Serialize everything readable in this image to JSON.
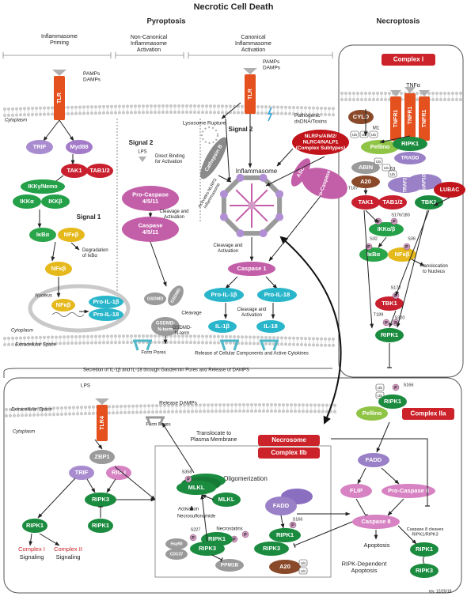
{
  "title": "Necrotic Cell Death",
  "sections": {
    "pyroptosis": "Pyroptosis",
    "necroptosis": "Necroptosis"
  },
  "subsections": {
    "inflammasome_priming": [
      "Inflammasome",
      "Priming"
    ],
    "non_canonical": [
      "Non-Canonical",
      "Inflammasome",
      "Activation"
    ],
    "canonical": [
      "Canonical",
      "Inflammasome",
      "Activation"
    ]
  },
  "labels": {
    "pamps_damps_1": [
      "PAMPs",
      "DAMPs"
    ],
    "pamps_damps_2": [
      "PAMPs",
      "DAMPs"
    ],
    "cytoplasm_1": "Cytoplasm",
    "cytoplasm_2": "Cytoplasm",
    "cytoplasm_3": "Cytoplasm",
    "extracellular_1": "Extracellular Space",
    "extracellular_2": "Extracellular Space",
    "nucleus": "Nucleus",
    "signal1": "Signal 1",
    "signal2a": "Signal 2",
    "signal2b": "Signal 2",
    "lysosome_rupture": "Lysosome Rupture",
    "pathogenic": [
      "Pathogenic",
      "dsDNA/Toxins"
    ],
    "inflammasome": "Inflammasome",
    "activates": [
      "Activates NLRP3",
      "Inflammasome"
    ],
    "lps_1": "LPS",
    "direct_binding": [
      "Direct Binding",
      "for Activation"
    ],
    "cleavage_activation_1": [
      "Cleavage and",
      "Activation"
    ],
    "cleavage_activation_2": [
      "Cleavage and",
      "Activation"
    ],
    "cleavage_activation_3": [
      "Cleavage and",
      "Activation"
    ],
    "degradation": [
      "Degradation",
      "of IκBα"
    ],
    "cleavage": "Cleavage",
    "form_pores_1": "Form Pores",
    "form_pores_2": "Form Pores",
    "release_cellular": "Release of Cellular Components and Active Cytokines",
    "secretion": "Secretion of IL-1β and IL-18 through Gasdermin Pores and Release of DAMPS",
    "translocation_nucleus": [
      "Translocation",
      "to Nucleus"
    ],
    "lps_2": "LPS",
    "release_damps": "Release DAMPs",
    "translocate_membrane": [
      "Translocate to",
      "Plasma Membrane"
    ],
    "oligomerization": "Oligomerization",
    "activation": "Activation",
    "necrosulfonamide": "Necrosulfonamide",
    "necrostatins": "Necrostatins",
    "apoptosis": "Apoptosis",
    "ripk_apoptosis": [
      "RIPK-Dependent",
      "Apoptosis"
    ],
    "caspase8_cleaves": [
      "Caspase 8 cleaves",
      "RIPK1/RIPK3"
    ],
    "complex_i_signaling": [
      "Complex I",
      "Signaling"
    ],
    "complex_ii_signaling": [
      "Complex II",
      "Signaling"
    ],
    "rev": "rev. 12/20/18",
    "gsdmd_n_1": [
      "GSDMD-",
      "N-term"
    ],
    "gsdmd_n_2": [
      "GSDMD-",
      "N-term"
    ]
  },
  "boxes": {
    "complex_i": "Complex I",
    "complex_iia": "Complex IIa",
    "necrosome": "Necrosome",
    "complex_iib": "Complex IIb"
  },
  "nodes": {
    "tlr_1": "TLR",
    "tlr_2": "TLR",
    "tlr4": "TLR4",
    "trif_1": "TRIF",
    "myd88": "Myd88",
    "tak1_1": "TAK1",
    "tab12_1": "TAB1/2",
    "ikk_nemo": "IKKγ/Nemo",
    "ikka_1": "IKKα",
    "ikkb_1": "IKKβ",
    "ikba_1": "IκBα",
    "nfkb_1": "NFκβ",
    "nfkb_2": "NFκβ",
    "nfkb_3": "NFκβ",
    "pro_il1b_1": "Pro-IL-1β",
    "pro_il18_1": "Pro-IL-18",
    "pro_casp4": [
      "Pro-Caspase",
      "4/5/11"
    ],
    "casp4": [
      "Caspase",
      "4/5/11"
    ],
    "cathepsin": "Cathepsin B",
    "nlrps": [
      "NLRPs/AIM2/",
      "NLRC4/NALP1",
      "(Complex Subtypes)"
    ],
    "asc": "ASC",
    "pro_casp1": "Pro-Caspase 1",
    "casp1": "Caspase 1",
    "pro_il1b_2": "Pro-IL-1β",
    "pro_il18_2": "Pro-IL-18",
    "il1b": "IL-1β",
    "il18": "IL-18",
    "gsdmd_a": "GSDMD",
    "gsdmd_b": "GSDMD",
    "tnfa": "TNFα",
    "tnfr1": "TNFR1",
    "cyld": "CYLD",
    "m1": "M1",
    "pellino_1": "Pellino",
    "ripk1_top": "RIPK1",
    "tradd": "TRADD",
    "abin": "ABIN",
    "a20_1": "A20",
    "k63": "K63",
    "traf2": "TRAF2",
    "ciap": "cIAP1/2",
    "lubac": "LUBAC",
    "tak1_2": "TAK1",
    "tab12_2": "TAB1/2",
    "tbk1_1": "TBK1",
    "ikkab": "IKKα/β",
    "ikba_2": "IκBα",
    "nfkb_4": "NFκβ",
    "tbk1_2": "TBK1",
    "ripk1_mid": "RIPK1",
    "ripk1_ub": "RIPK1",
    "pellino_2": "Pellino",
    "zbp1": "ZBP1",
    "trif_2": "TRIF",
    "rig1": "RIG-I",
    "ripk3_left": "RIPK3",
    "ripk1_left1": "RIPK1",
    "ripk1_left2": "RIPK1",
    "mlkl_olig": "MLKL",
    "mlkl": "MLKL",
    "fadd_nec": "FADD",
    "ripk1_nec_a": "RIPK1",
    "ripk3_nec_a": "RIPK3",
    "ripk1_nec_b": "RIPK1",
    "ripk3_nec_b": "RIPK3",
    "hsp90": "Hsp90",
    "cdc37": "CDC37",
    "ppm1b": "PPM1B",
    "a20_2": "A20",
    "fadd": "FADD",
    "flip": "FLIP",
    "pro_casp8": "Pro-Caspase 8",
    "casp8": "Caspase 8",
    "ripk1_bot": "RIPK1",
    "ripk3_bot": "RIPK3",
    "ub": "Ub",
    "p": "P"
  },
  "sites": {
    "t187": "T187",
    "s176": "S176/180",
    "s32": "S32",
    "s36": "S36",
    "s172": "S172",
    "t189": "T189",
    "s320": "S320",
    "s166_a": "S166",
    "s166_b": "S166",
    "s358": "S358",
    "s227": "S227"
  },
  "colors": {
    "tlr": "#e4501e",
    "trif": "#a98bd0",
    "myd88": "#a47bc8",
    "tak1": "#c8202f",
    "ikk": "#23a048",
    "ikba": "#2aa54a",
    "nfkb": "#e5b81c",
    "pro_il": "#29b6cb",
    "caspase": "#c35ea8",
    "cathepsin": "#8a8a8a",
    "nlrp": "#c0131a",
    "ripk": "#1b8c3f",
    "pellino": "#90c446",
    "a20": "#8a4a2a",
    "gray": "#9a9a9a",
    "fadd": "#9a80c6",
    "casp8": "#d782c2",
    "complex_box": "#cc2229",
    "phos": "#d4a0c4"
  }
}
